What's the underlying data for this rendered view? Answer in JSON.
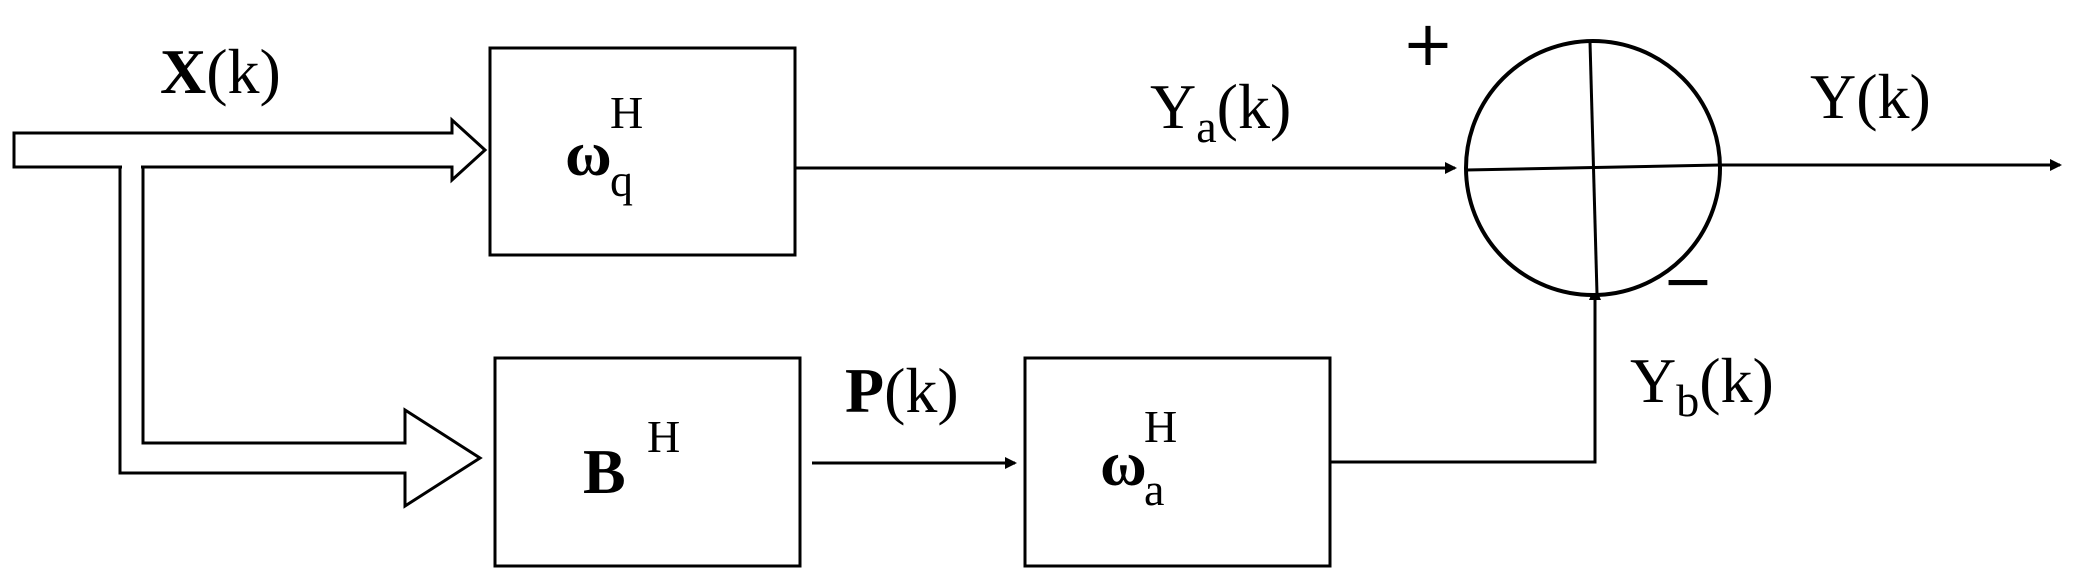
{
  "input_signal": {
    "symbol": "X",
    "arg": "(k)"
  },
  "block_wq": {
    "main": "ω",
    "sub": "q",
    "sup": "H"
  },
  "block_B": {
    "main": "B",
    "sup": "H"
  },
  "block_wa": {
    "main": "ω",
    "sub": "a",
    "sup": "H"
  },
  "signal_ya": {
    "symbol": "Y",
    "sub": "a",
    "arg": "(k)"
  },
  "signal_p": {
    "symbol": "P",
    "arg": "(k)"
  },
  "signal_yb": {
    "symbol": "Y",
    "sub": "b",
    "arg": "(k)"
  },
  "output_signal": {
    "symbol": "Y",
    "arg": "(k)"
  },
  "summing_junction": {
    "plus_sign": "+",
    "minus_sign": "−"
  }
}
